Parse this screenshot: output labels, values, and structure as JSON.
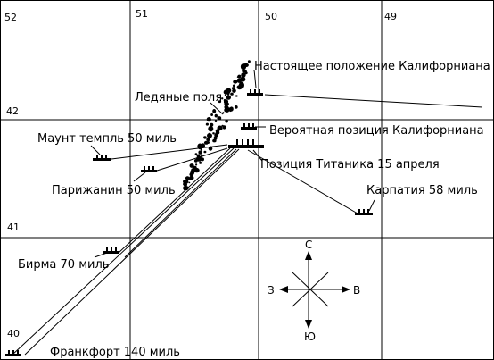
{
  "grid": {
    "longitudes": [
      "52",
      "51",
      "50",
      "49"
    ],
    "latitudes": [
      "42",
      "41",
      "40"
    ]
  },
  "labels": {
    "californian_actual": "Настоящее положение Калифорниана",
    "ice_fields": "Ледяные поля",
    "californian_probable": "Вероятная позиция Калифорниана",
    "mount_temple": "Маунт темпль 50 миль",
    "titanic": "Позиция Титаника 15 апреля",
    "parisian": "Парижанин 50 миль",
    "carpathia": "Карпатия 58 миль",
    "birma": "Бирма 70 миль",
    "frankfurt": "Франкфорт 140 миль"
  },
  "compass": {
    "north": "С",
    "south": "Ю",
    "west": "З",
    "east": "В"
  },
  "colors": {
    "ink": "#000000",
    "paper": "#ffffff"
  }
}
